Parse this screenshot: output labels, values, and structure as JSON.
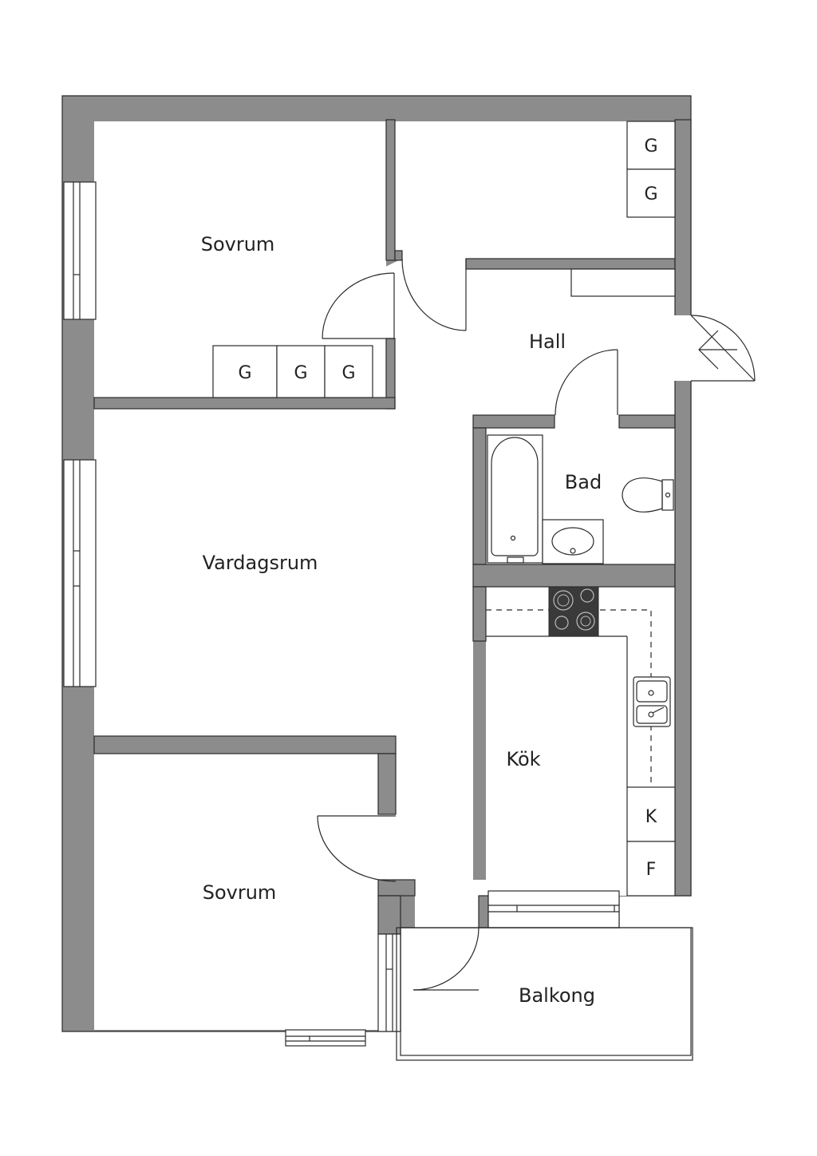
{
  "rooms": {
    "sovrum_top": "Sovrum",
    "hall": "Hall",
    "bad": "Bad",
    "vardagsrum": "Vardagsrum",
    "kok": "Kök",
    "sovrum_bottom": "Sovrum",
    "balkong": "Balkong"
  },
  "cabinets": {
    "wardrobe_top_1": "G",
    "wardrobe_top_2": "G",
    "wardrobe_sovrum_1": "G",
    "wardrobe_sovrum_2": "G",
    "wardrobe_sovrum_3": "G",
    "fridge": "K",
    "freezer": "F"
  },
  "colors": {
    "wall": "#8c8c8c",
    "line": "#2a2a2a",
    "floor": "#ffffff"
  }
}
